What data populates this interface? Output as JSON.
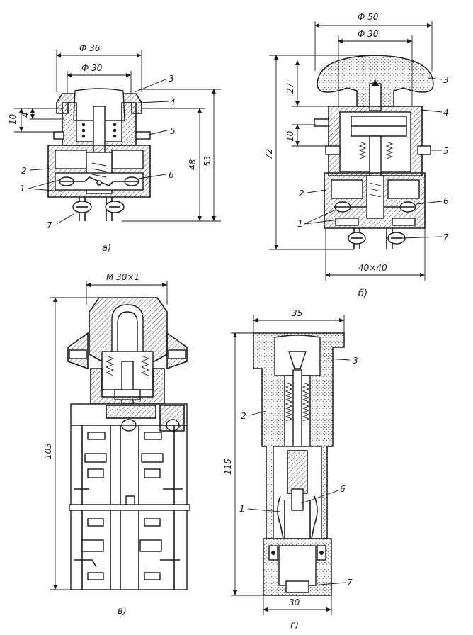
{
  "figures": {
    "a": {
      "caption": "а)",
      "dims": {
        "d_outer": "Ф 36",
        "d_inner": "Ф 30",
        "h1": "10",
        "h2": "4",
        "h3": "48",
        "h4": "53"
      },
      "parts": [
        "3",
        "4",
        "5",
        "2",
        "1",
        "6",
        "7"
      ]
    },
    "b": {
      "caption": "б)",
      "dims": {
        "d_outer": "Ф 50",
        "d_inner": "Ф 30",
        "h1": "27",
        "h2": "10",
        "h3": "72",
        "w": "40×40"
      },
      "parts": [
        "3",
        "4",
        "5",
        "2",
        "6",
        "1",
        "7"
      ]
    },
    "v": {
      "caption": "в)",
      "dims": {
        "thread": "М 30×1",
        "height": "103"
      }
    },
    "g": {
      "caption": "г)",
      "dims": {
        "top": "35",
        "height": "115",
        "bottom": "30"
      },
      "parts": [
        "3",
        "2",
        "6",
        "1",
        "7"
      ]
    }
  }
}
